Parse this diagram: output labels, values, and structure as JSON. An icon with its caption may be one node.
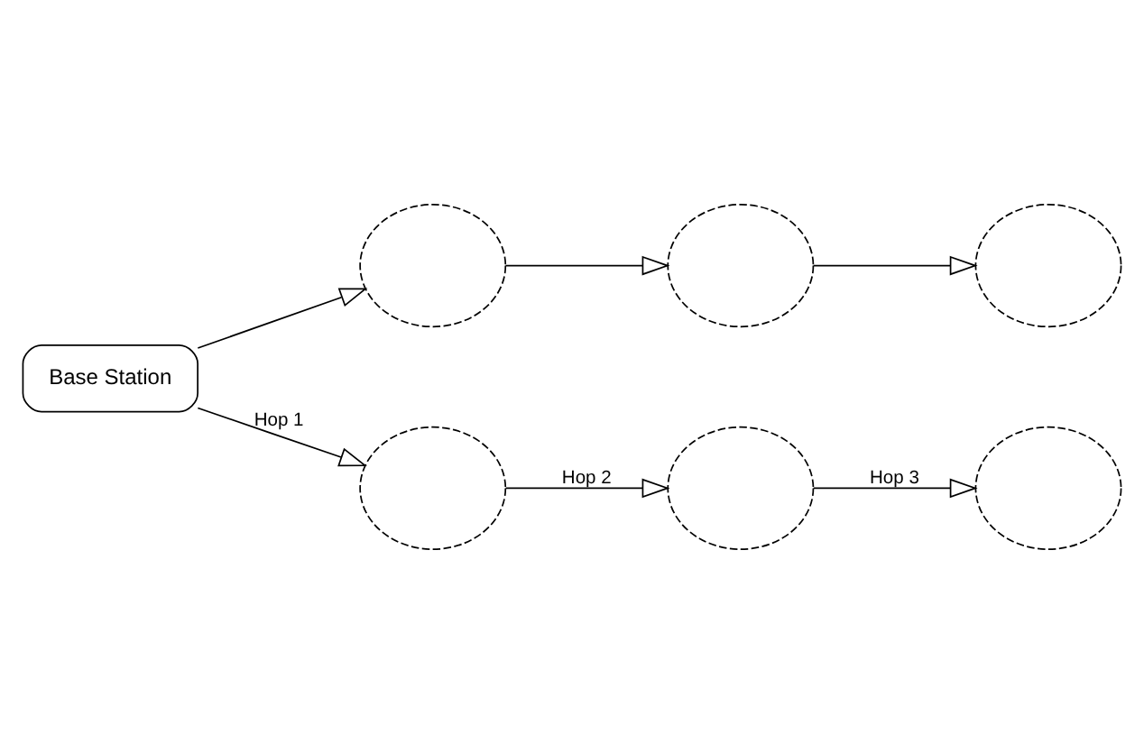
{
  "diagram": {
    "nodes": [
      {
        "text": [
          "Base Station"
        ]
      },
      {
        "text": [],
        "shape": "cloud"
      },
      {
        "text": [],
        "shape": "cloud"
      },
      {
        "text": [],
        "shape": "cloud"
      },
      {
        "text": [],
        "shape": "cloud"
      },
      {
        "text": [],
        "shape": "cloud"
      },
      {
        "text": [],
        "shape": "cloud"
      }
    ],
    "edges": [
      {
        "from": 0,
        "to": 1,
        "arrow": "to"
      },
      {
        "from": 1,
        "to": 2,
        "arrow": "to"
      },
      {
        "from": 2,
        "to": 3,
        "arrow": "to"
      },
      {
        "from": 0,
        "to": 4,
        "arrow": "to",
        "label": "Hop 1"
      },
      {
        "from": 4,
        "to": 5,
        "arrow": "to",
        "label": "Hop 2"
      },
      {
        "from": 5,
        "to": 6,
        "arrow": "to",
        "label": "Hop 3"
      }
    ]
  }
}
